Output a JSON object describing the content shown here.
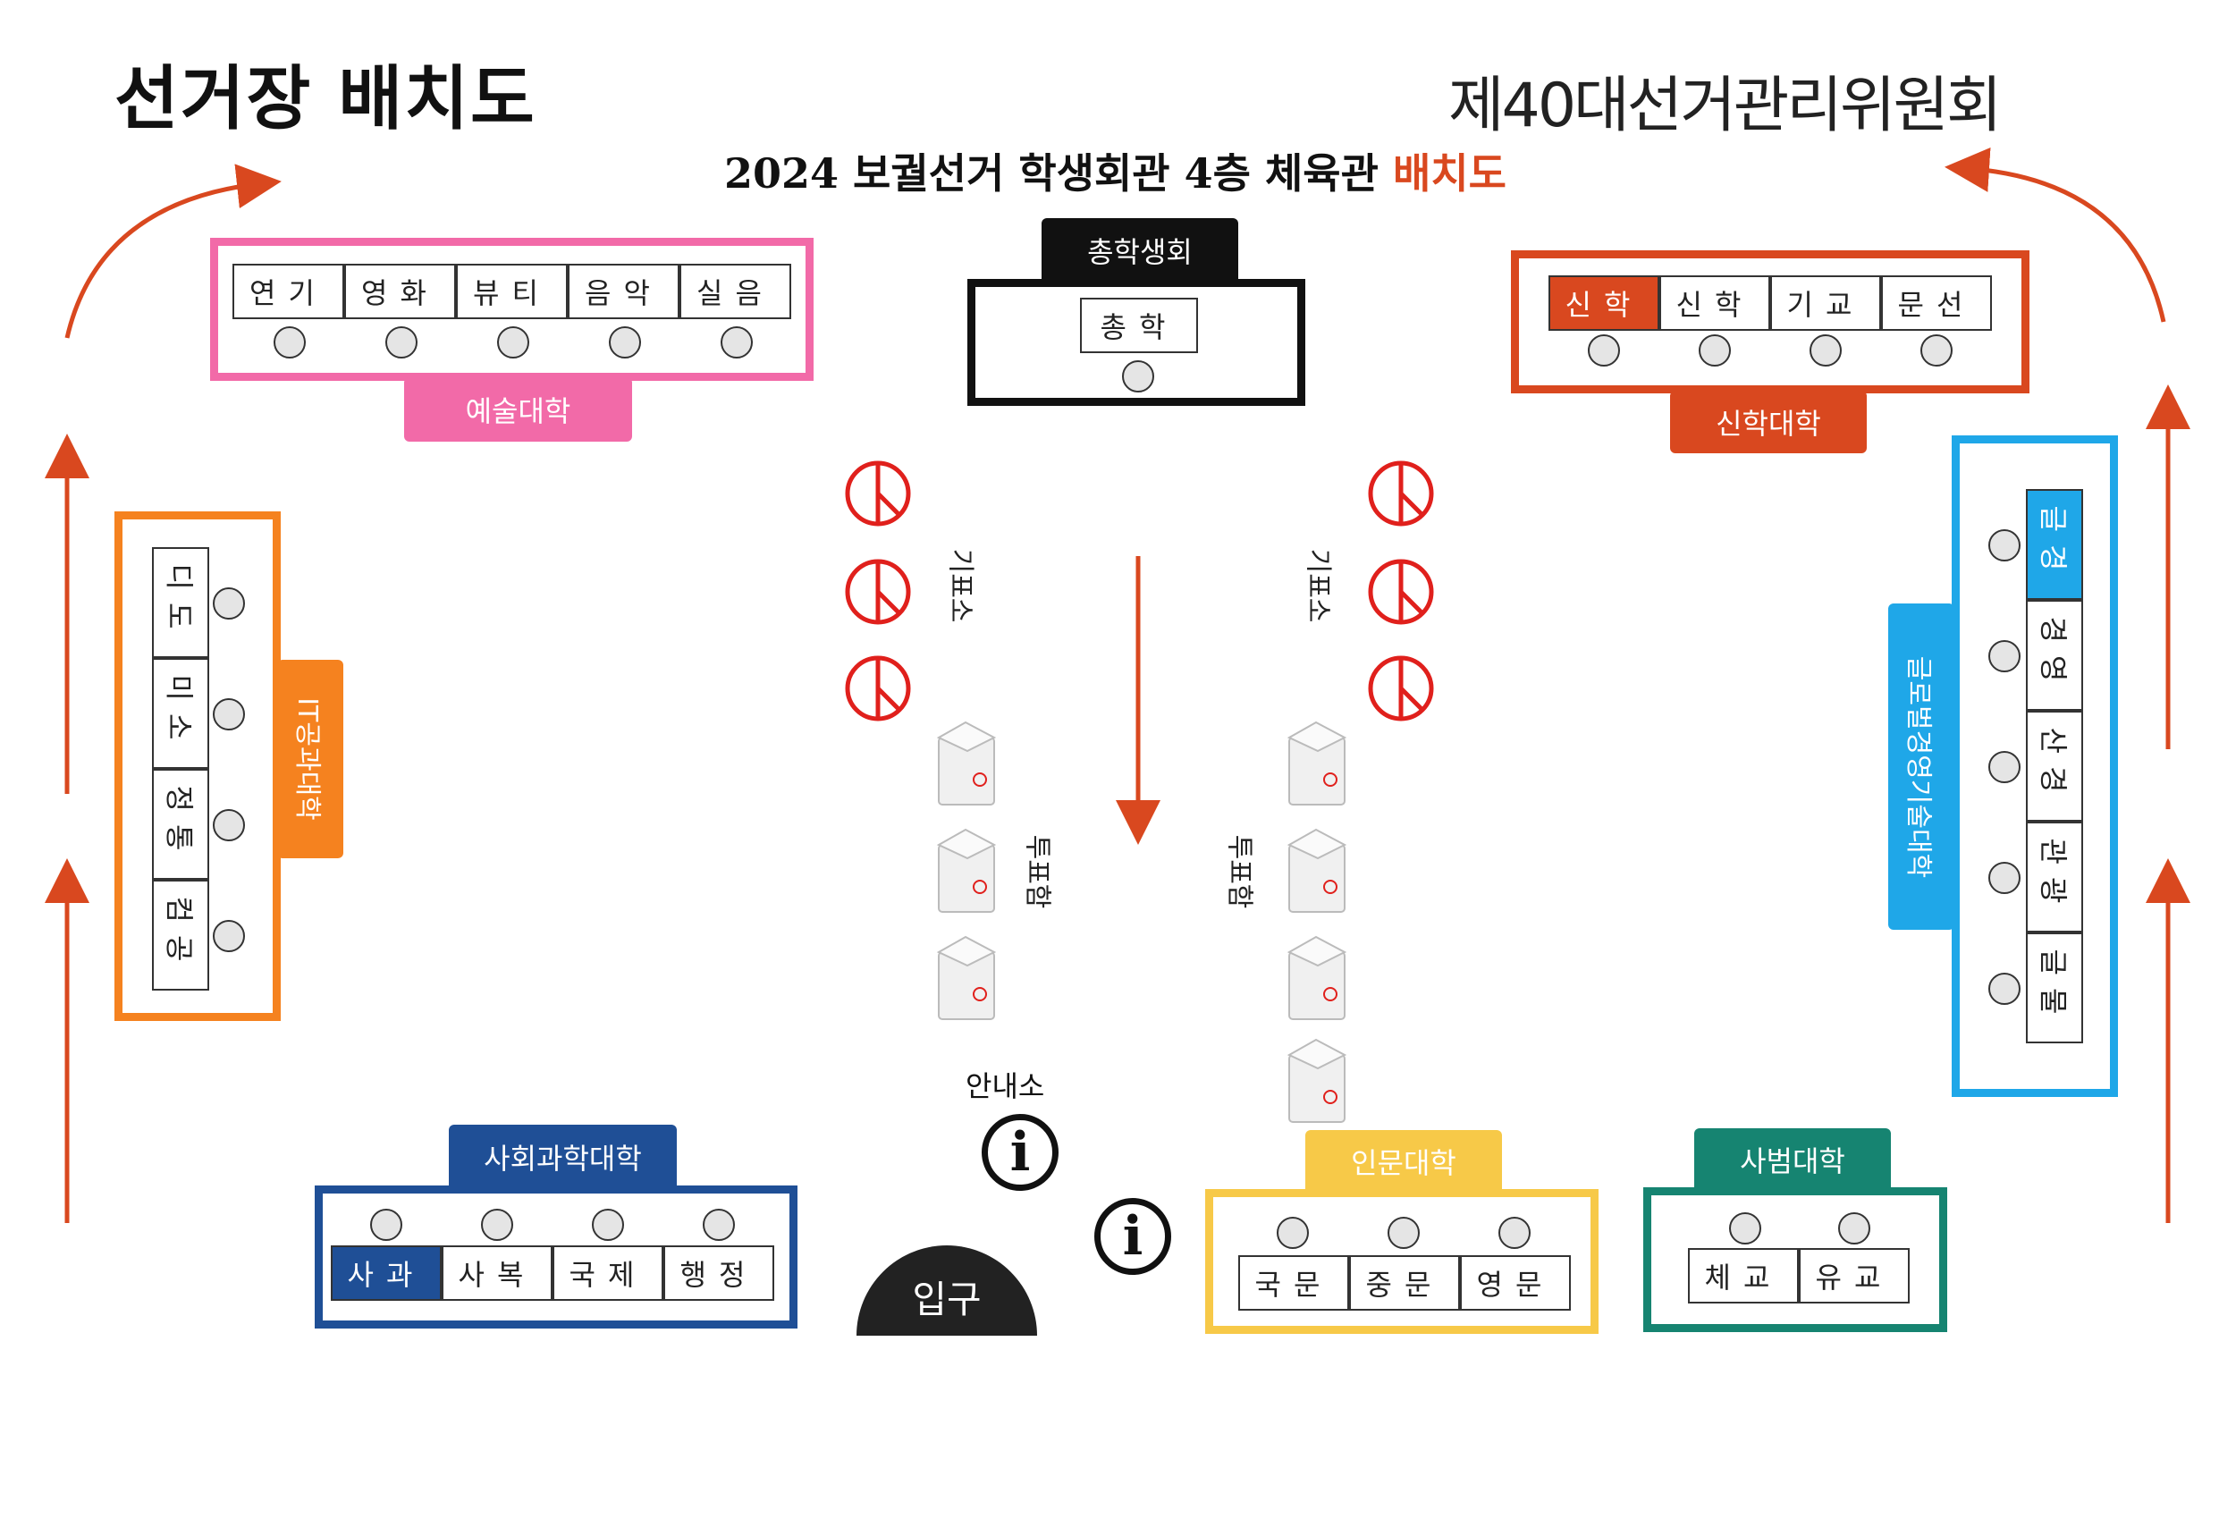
{
  "header": {
    "title": "선거장 배치도",
    "committee": "제40대선거관리위원회",
    "subtitle_main": "2024 보궐선거 학생회관 4층 체육관 ",
    "subtitle_accent": "배치도"
  },
  "colors": {
    "arts": "#f26aa8",
    "student_council": "#111111",
    "theology": "#d9481f",
    "it": "#f5821f",
    "global": "#1fa7e8",
    "social": "#1f4f96",
    "humanities": "#f7c948",
    "education": "#168471",
    "arrow": "#d9481f",
    "highlight_blue": "#1f4f96",
    "highlight_red": "#d9481f",
    "highlight_sky": "#1fa7e8"
  },
  "arts": {
    "label": "예술대학",
    "booths": [
      "연기",
      "영화",
      "뷰티",
      "음악",
      "실음"
    ]
  },
  "student_council": {
    "label": "총학생회",
    "booths": [
      "총학"
    ]
  },
  "theology": {
    "label": "신학대학",
    "booths": [
      "신학",
      "신학",
      "기교",
      "문선"
    ]
  },
  "it": {
    "label": "IT공과대학",
    "booths": [
      "디도",
      "미소",
      "정통",
      "컴공"
    ]
  },
  "global": {
    "label": "글로벌경영기술대학",
    "booths": [
      "글경",
      "경영",
      "산경",
      "관광",
      "글물"
    ]
  },
  "social": {
    "label": "사회과학대학",
    "booths": [
      "사과",
      "사복",
      "국제",
      "행정"
    ]
  },
  "humanities": {
    "label": "인문대학",
    "booths": [
      "국문",
      "중문",
      "영문"
    ]
  },
  "education": {
    "label": "사범대학",
    "booths": [
      "체교",
      "유교"
    ]
  },
  "center": {
    "booth_label": "기표소",
    "box_label": "투표함",
    "info_label": "안내소",
    "info_icon": "info-icon",
    "entrance": "입구",
    "vote_icon": "ballot-stamp-icon",
    "ballot_box_icon": "ballot-box-icon"
  }
}
